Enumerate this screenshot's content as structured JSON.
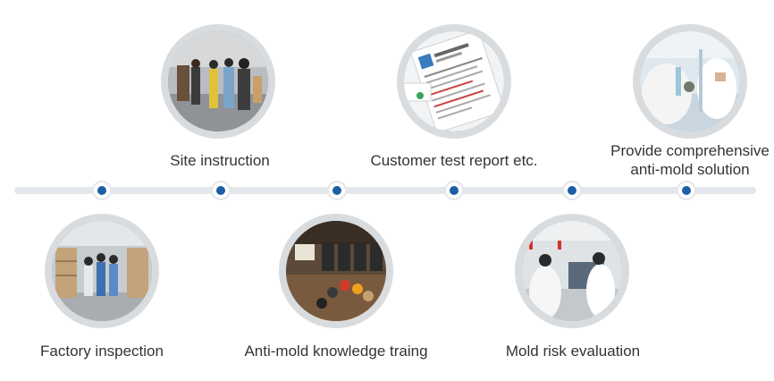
{
  "steps": [
    {
      "label": "Factory inspection",
      "photo_icon": "factory-inspection-photo"
    },
    {
      "label": "Site instruction",
      "photo_icon": "site-instruction-photo"
    },
    {
      "label": "Anti-mold knowledge traing",
      "photo_icon": "training-room-photo"
    },
    {
      "label": "Customer test report etc.",
      "photo_icon": "test-report-photo"
    },
    {
      "label": "Mold risk evaluation",
      "photo_icon": "lab-evaluation-photo"
    },
    {
      "label_line1": "Provide comprehensive",
      "label_line2": "anti-mold solution",
      "photo_icon": "lab-solution-photo"
    }
  ],
  "colors": {
    "node_dot": "#1d5fa6",
    "track": "#e3e6ea",
    "photo_ring": "#d9dcdf",
    "text": "#333333"
  }
}
